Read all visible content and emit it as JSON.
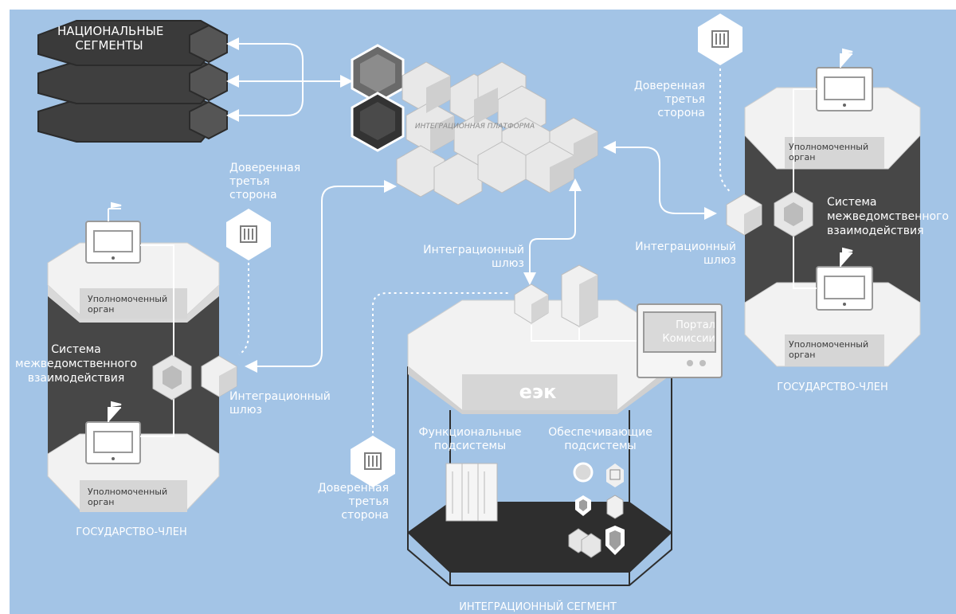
{
  "colors": {
    "background": "#a3c4e6",
    "dark_block": "#4a4a4a",
    "light_block": "#e6e6e6",
    "mid_block": "#cfcfcf",
    "connector": "#ffffff"
  },
  "national_segments": {
    "title": "НАЦИОНАЛЬНЫЕ\nСЕГМЕНТЫ"
  },
  "integration_platform": {
    "label": "ИНТЕГРАЦИОННАЯ ПЛАТФОРМА"
  },
  "left_state": {
    "authorized_top": "Уполномоченный\nорган",
    "authorized_bottom": "Уполномоченный\nорган",
    "system": "Система\nмежведомственного\nвзаимодействия",
    "gateway": "Интеграционный\nшлюз",
    "trusted": "Доверенная\nтретья\nсторона",
    "caption": "ГОСУДАРСТВО-ЧЛЕН"
  },
  "right_state": {
    "authorized_top": "Уполномоченный\nорган",
    "authorized_bottom": "Уполномоченный\nорган",
    "system": "Система\nмежведомственного\nвзаимодействия",
    "gateway": "Интеграционный\nшлюз",
    "trusted": "Доверенная\nтретья\nсторона",
    "caption": "ГОСУДАРСТВО-ЧЛЕН"
  },
  "center": {
    "gateway": "Интеграционный\nшлюз",
    "trusted": "Доверенная\nтретья\nсторона",
    "eek": "еэк",
    "portal": "Портал\nКомиссии",
    "functional": "Функциональные\nподсистемы",
    "supporting": "Обеспечивающие\nподсистемы",
    "caption": "ИНТЕГРАЦИОННЫЙ СЕГМЕНТ"
  },
  "icons": [
    "building-icon",
    "monitor-icon",
    "cube-icon",
    "shield-icon",
    "gear-icon",
    "server-icon"
  ]
}
